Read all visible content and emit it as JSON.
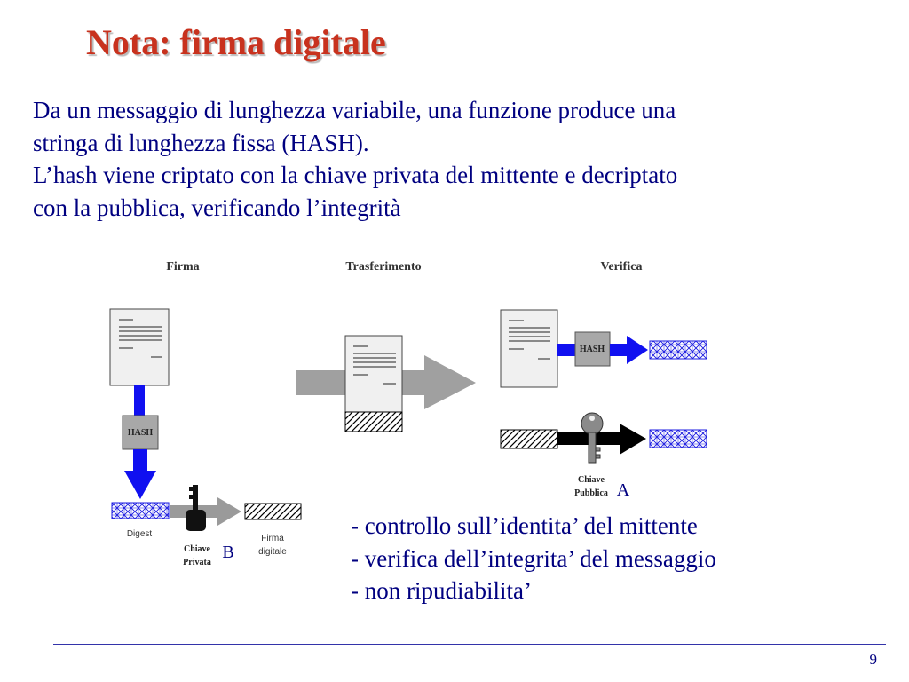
{
  "slide": {
    "title": "Nota: firma digitale",
    "paragraph_lines": [
      "Da un messaggio di lunghezza variabile, una funzione produce una",
      "stringa di lunghezza fissa (HASH).",
      "L’hash viene criptato con la chiave privata del mittente e decriptato",
      "con la pubblica, verificando l’integrità"
    ],
    "page_number": "9"
  },
  "diagram": {
    "section_firma": "Firma",
    "section_trasferimento": "Trasferimento",
    "section_verifica": "Verifica",
    "hash_label_firma": "HASH",
    "hash_label_verifica": "HASH",
    "digest_label": "Digest",
    "chiave_privata_line1": "Chiave",
    "chiave_privata_line2": "Privata",
    "firma_digitale_line1": "Firma",
    "firma_digitale_line2": "digitale",
    "chiave_pubblica_line1": "Chiave",
    "chiave_pubblica_line2": "Pubblica",
    "annotation_a": "A",
    "annotation_b": "B",
    "colors": {
      "arrow_blue": "#1010f0",
      "arrow_gray": "#9a9a9a",
      "annotation": "#000080"
    }
  },
  "bullets": [
    "- controllo sull’identita’ del mittente",
    "- verifica dell’integrita’ del messaggio",
    "- non ripudiabilita’"
  ]
}
